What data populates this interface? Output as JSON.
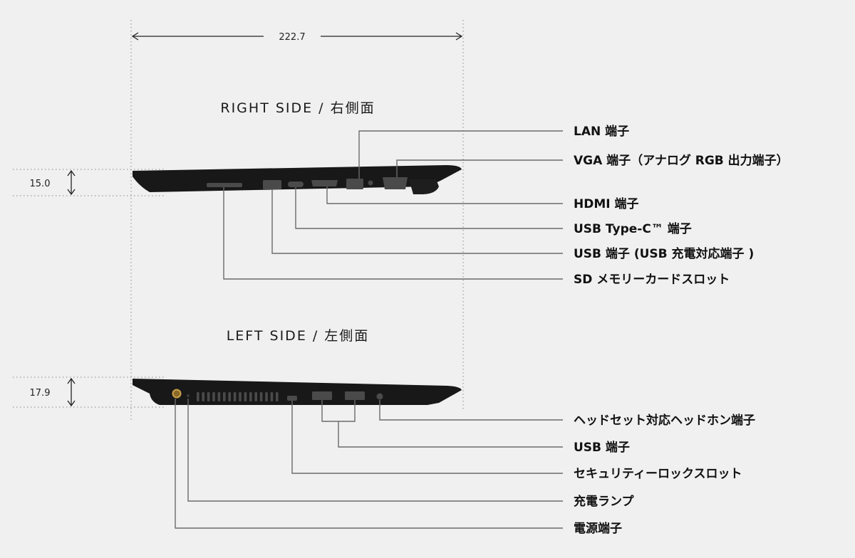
{
  "width_dimension": "222.7",
  "right_side": {
    "title": "RIGHT SIDE / 右側面",
    "height_dimension": "15.0",
    "labels": [
      "LAN 端子",
      "VGA 端子（アナログ RGB 出力端子）",
      "HDMI 端子",
      "USB Type-C™ 端子",
      "USB 端子 (USB 充電対応端子 )",
      "SD メモリーカードスロット"
    ]
  },
  "left_side": {
    "title": "LEFT SIDE / 左側面",
    "height_dimension": "17.9",
    "labels": [
      "ヘッドセット対応ヘッドホン端子",
      "USB 端子",
      "セキュリティーロックスロット",
      "充電ランプ",
      "電源端子"
    ]
  },
  "colors": {
    "background": "#f0f0f0",
    "laptop_body": "#181818",
    "port": "#4a4a4a",
    "power_port_ring": "#c8a048",
    "leader_line": "#6b6b6b",
    "guide_line": "#9a9a9a"
  }
}
